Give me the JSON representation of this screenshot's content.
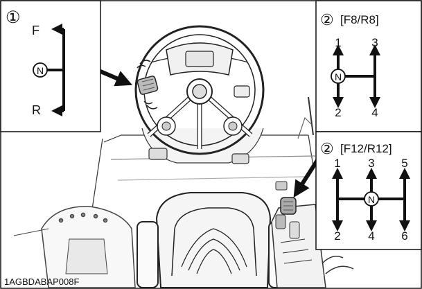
{
  "panel_1": {
    "marker": "①",
    "forward": "F",
    "neutral": "N",
    "reverse": "R"
  },
  "panel_f8": {
    "marker": "②",
    "title": "[F8/R8]",
    "gear_1": "1",
    "gear_2": "2",
    "gear_3": "3",
    "gear_4": "4",
    "neutral": "N"
  },
  "panel_f12": {
    "marker": "②",
    "title": "[F12/R12]",
    "gear_1": "1",
    "gear_2": "2",
    "gear_3": "3",
    "gear_4": "4",
    "gear_5": "5",
    "gear_6": "6",
    "neutral": "N"
  },
  "figure_code": "1AGBDABAP008F",
  "colors": {
    "ink": "#111111",
    "background": "#ffffff"
  }
}
